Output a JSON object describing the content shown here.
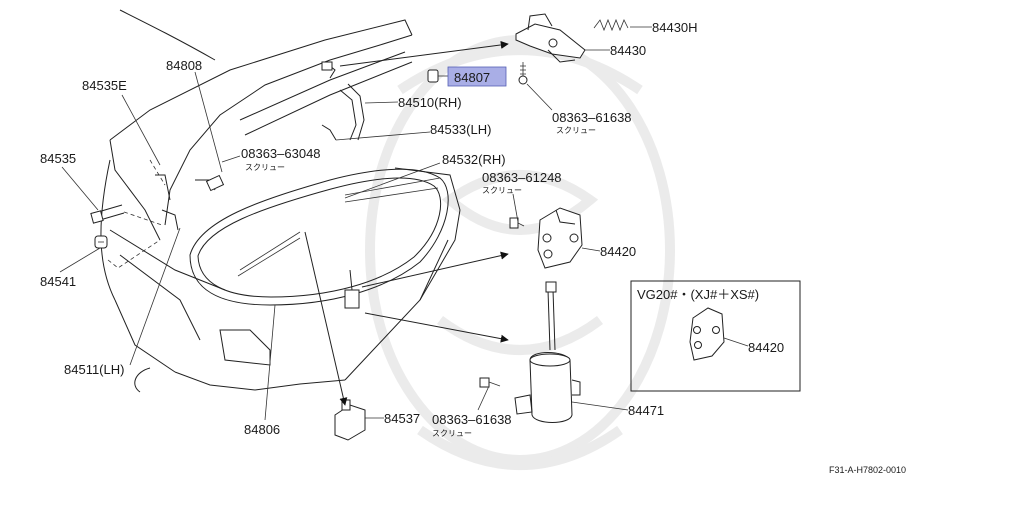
{
  "labels": {
    "p84430H": "84430H",
    "p84430": "84430",
    "p84807": "84807",
    "p08363_61638_top": "08363–61638",
    "p08363_61638_top_kana": "スクリュー",
    "p84808": "84808",
    "p84535E": "84535E",
    "p84510": "84510(RH)",
    "p84533": "84533(LH)",
    "p08363_63048": "08363–63048",
    "p08363_63048_kana": "スクリュー",
    "p84535": "84535",
    "p84532": "84532(RH)",
    "p08363_61248": "08363–61248",
    "p08363_61248_kana": "スクリュー",
    "p84420": "84420",
    "p84541": "84541",
    "p84511": "84511(LH)",
    "p84806": "84806",
    "p84537": "84537",
    "p08363_61638_bottom": "08363–61638",
    "p08363_61638_bottom_kana": "スクリュー",
    "p84471": "84471",
    "inset_title": "VG20#・(XJ#＋XS#)",
    "inset_84420": "84420"
  },
  "highlight_color": "#a9aee6",
  "figure_code": "F31-A-H7802-0010"
}
